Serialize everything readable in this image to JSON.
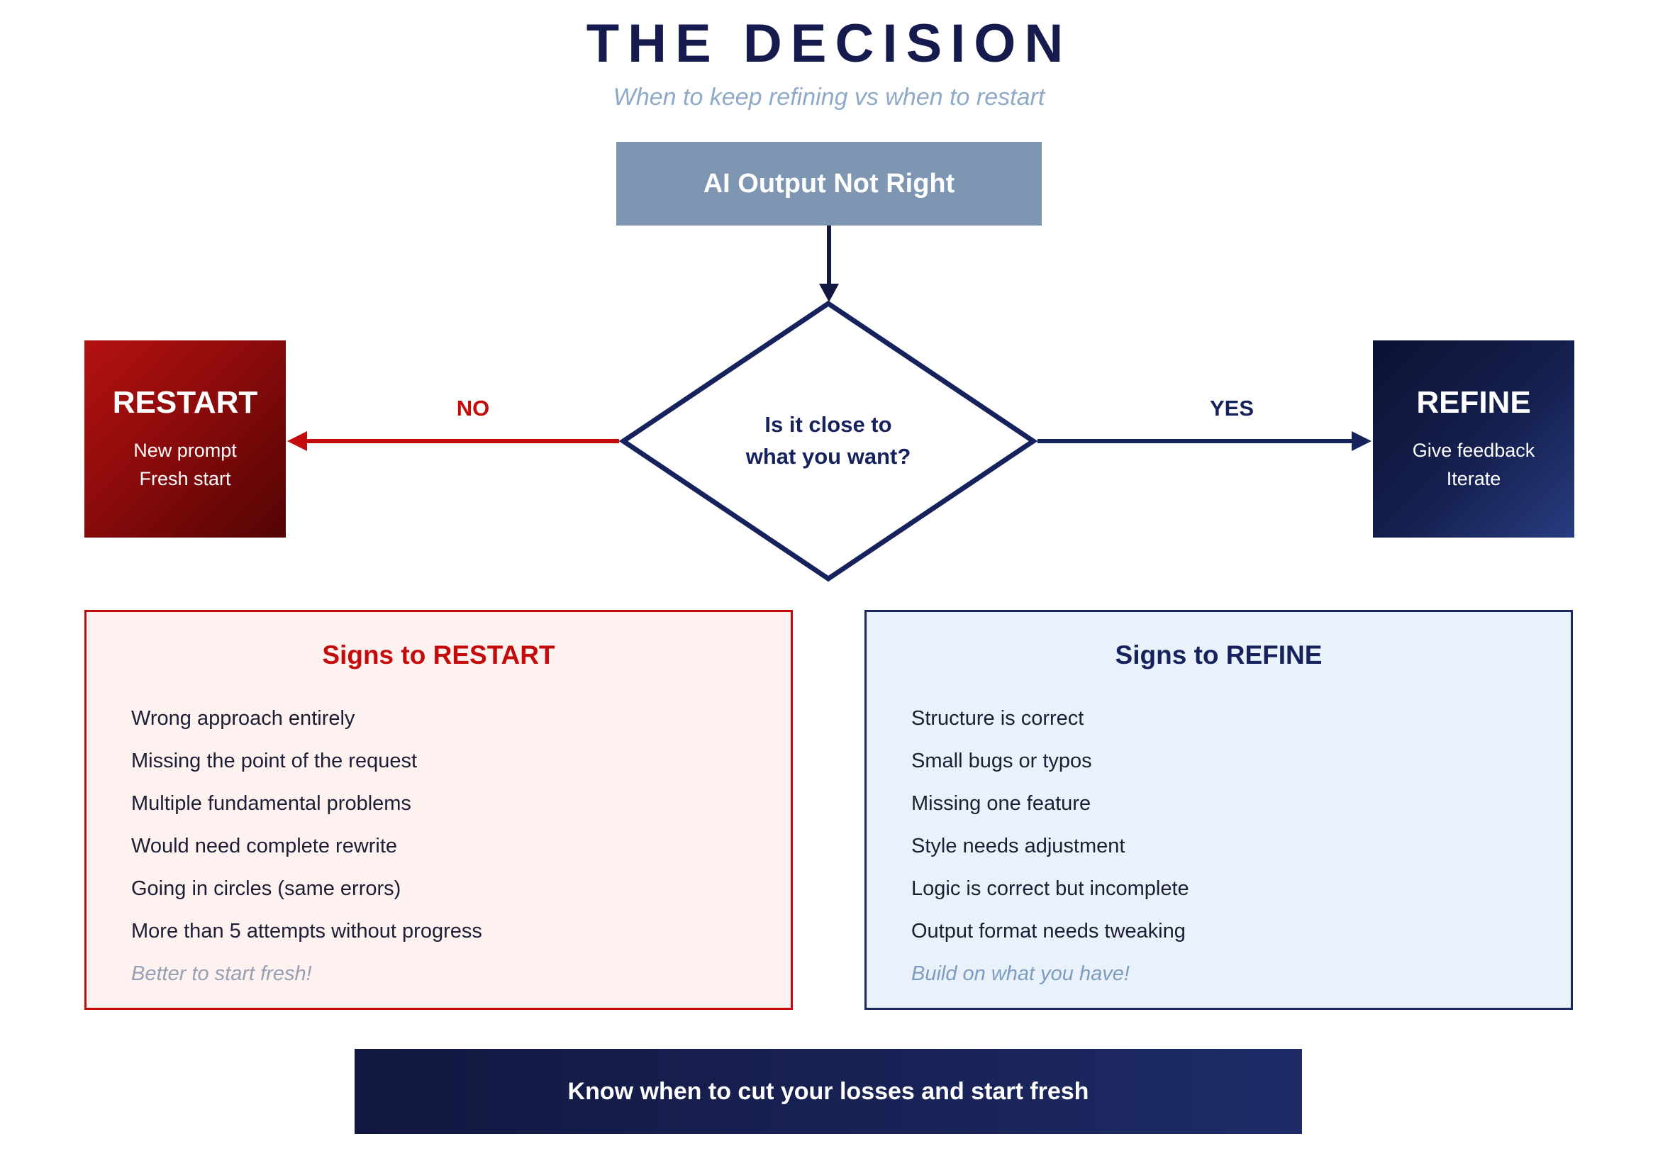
{
  "title": "THE DECISION",
  "subtitle": "When to keep refining vs when to restart",
  "flow": {
    "start_label": "AI Output Not Right",
    "decision_line1": "Is it close to",
    "decision_line2": "what you want?",
    "no_label": "NO",
    "yes_label": "YES",
    "restart": {
      "title": "RESTART",
      "line1": "New prompt",
      "line2": "Fresh start"
    },
    "refine": {
      "title": "REFINE",
      "line1": "Give feedback",
      "line2": "Iterate"
    }
  },
  "panels": {
    "restart": {
      "title": "Signs to RESTART",
      "items": [
        "Wrong approach entirely",
        "Missing the point of the request",
        "Multiple fundamental problems",
        "Would need complete rewrite",
        "Going in circles (same errors)",
        "More than 5 attempts without progress"
      ],
      "footer": "Better to start fresh!"
    },
    "refine": {
      "title": "Signs to REFINE",
      "items": [
        "Structure is correct",
        "Small bugs or typos",
        "Missing one feature",
        "Style needs adjustment",
        "Logic is correct but incomplete",
        "Output format needs tweaking"
      ],
      "footer": "Build on what you have!"
    }
  },
  "footer_banner": "Know when to cut your losses and start fresh",
  "colors": {
    "navy": "#16225c",
    "dark_navy": "#11173f",
    "red": "#c40a0a",
    "restart_gradient_start": "#b51111",
    "restart_gradient_end": "#530404",
    "refine_gradient_start": "#0b1232",
    "refine_gradient_end": "#283c80",
    "start_box": "#7e96b2",
    "subtitle": "#8fa9c9",
    "restart_panel_bg": "#fdf2f0",
    "refine_panel_bg": "#e9f2fb"
  }
}
